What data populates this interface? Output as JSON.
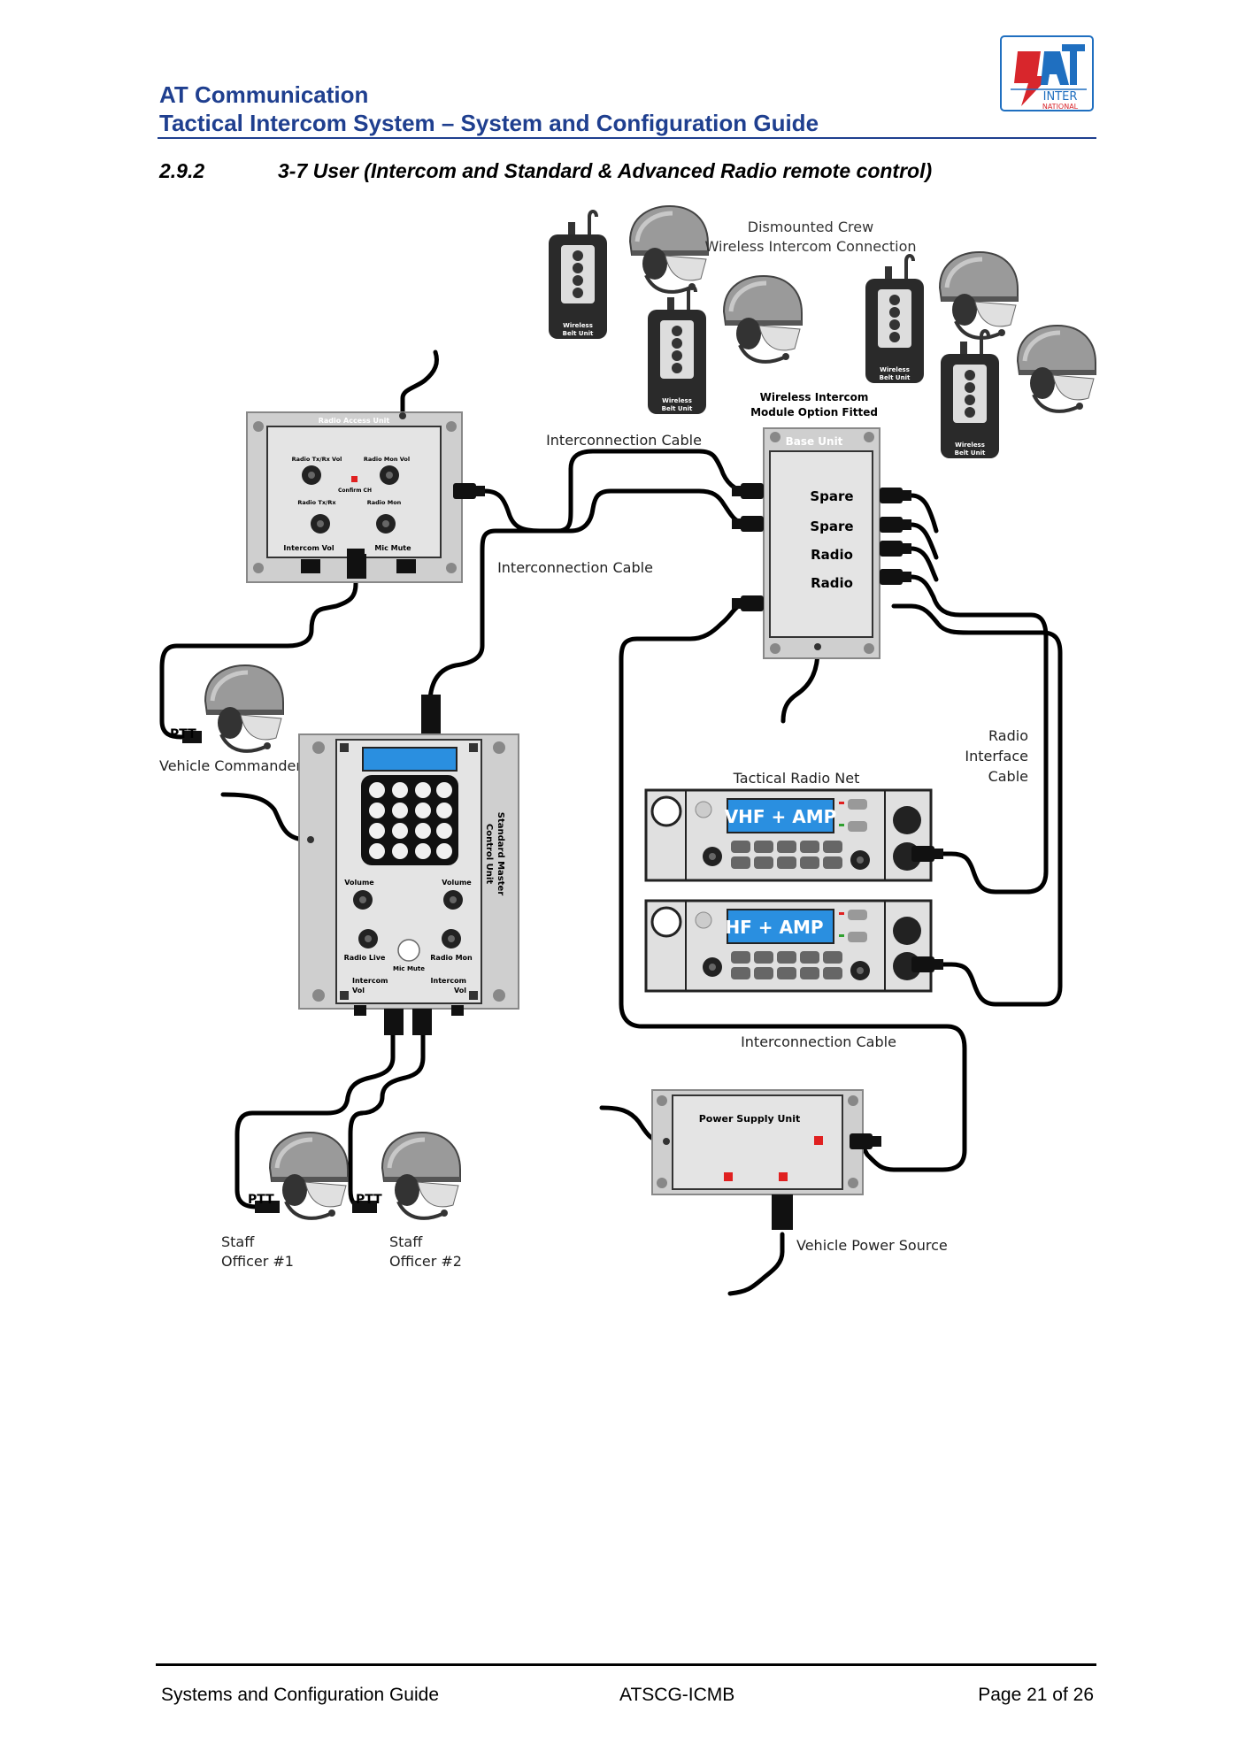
{
  "header": {
    "company": "AT Communication",
    "title": "Tactical Intercom System – System and Configuration Guide",
    "logo_text_1": "INTER",
    "logo_text_2": "NATIONAL"
  },
  "section": {
    "number": "2.9.2",
    "title": "3-7 User (Intercom and Standard & Advanced Radio remote control)"
  },
  "diagram": {
    "dismounted_crew_1": "Dismounted Crew",
    "dismounted_crew_2": "Wireless Intercom Connection",
    "belt_unit_line1": "Wireless",
    "belt_unit_line2": "Belt Unit",
    "wireless_module_1": "Wireless Intercom",
    "wireless_module_2": "Module Option Fitted",
    "base_unit": "Base Unit",
    "port_spare_1": "Spare",
    "port_spare_2": "Spare",
    "port_radio_1": "Radio",
    "port_radio_2": "Radio",
    "interconnection_cable_top": "Interconnection Cable",
    "interconnection_cable_mid": "Interconnection Cable",
    "interconnection_cable_bottom": "Interconnection Cable",
    "rau_title": "Radio Access Unit",
    "rau_radio_txrx_vol": "Radio Tx/Rx Vol",
    "rau_radio_mon_vol": "Radio Mon Vol",
    "rau_confirm_ch": "Confirm CH",
    "rau_radio_txrx": "Radio Tx/Rx",
    "rau_radio_mon": "Radio Mon",
    "rau_intercom_vol": "Intercom Vol",
    "rau_mic_mute": "Mic Mute",
    "ptt": "PTT",
    "vehicle_commander": "Vehicle Commander",
    "smcu_side_1": "Standard Master",
    "smcu_side_2": "Control Unit",
    "smcu_volume_left": "Volume",
    "smcu_volume_right": "Volume",
    "smcu_radio_live": "Radio Live",
    "smcu_radio_mon": "Radio Mon",
    "smcu_mic_mute": "Mic Mute",
    "smcu_intercom_vol_left_1": "Intercom",
    "smcu_intercom_vol_left_2": "Vol",
    "smcu_intercom_vol_right_1": "Intercom",
    "smcu_intercom_vol_right_2": "Vol",
    "tactical_radio_net": "Tactical Radio Net",
    "radio_vhf": "VHF + AMP",
    "radio_hf": "HF + AMP",
    "radio_interface_cable_1": "Radio",
    "radio_interface_cable_2": "Interface",
    "radio_interface_cable_3": "Cable",
    "psu_title": "Power Supply Unit",
    "vehicle_power_source": "Vehicle Power Source",
    "staff_officer_1_line1": "Staff",
    "staff_officer_1_line2": "Officer #1",
    "staff_officer_2_line1": "Staff",
    "staff_officer_2_line2": "Officer #2"
  },
  "footer": {
    "left": "Systems and Configuration Guide",
    "center": "ATSCG-ICMB",
    "right": "Page 21 of 26"
  },
  "colors": {
    "header_blue": "#1f3f8f",
    "device_grey": "#cfcfcf",
    "panel_grey": "#e4e4e4",
    "display_blue": "#2a8fe0",
    "led_red": "#e02020",
    "logo_red": "#d8262c",
    "logo_blue": "#1f6fc0"
  }
}
